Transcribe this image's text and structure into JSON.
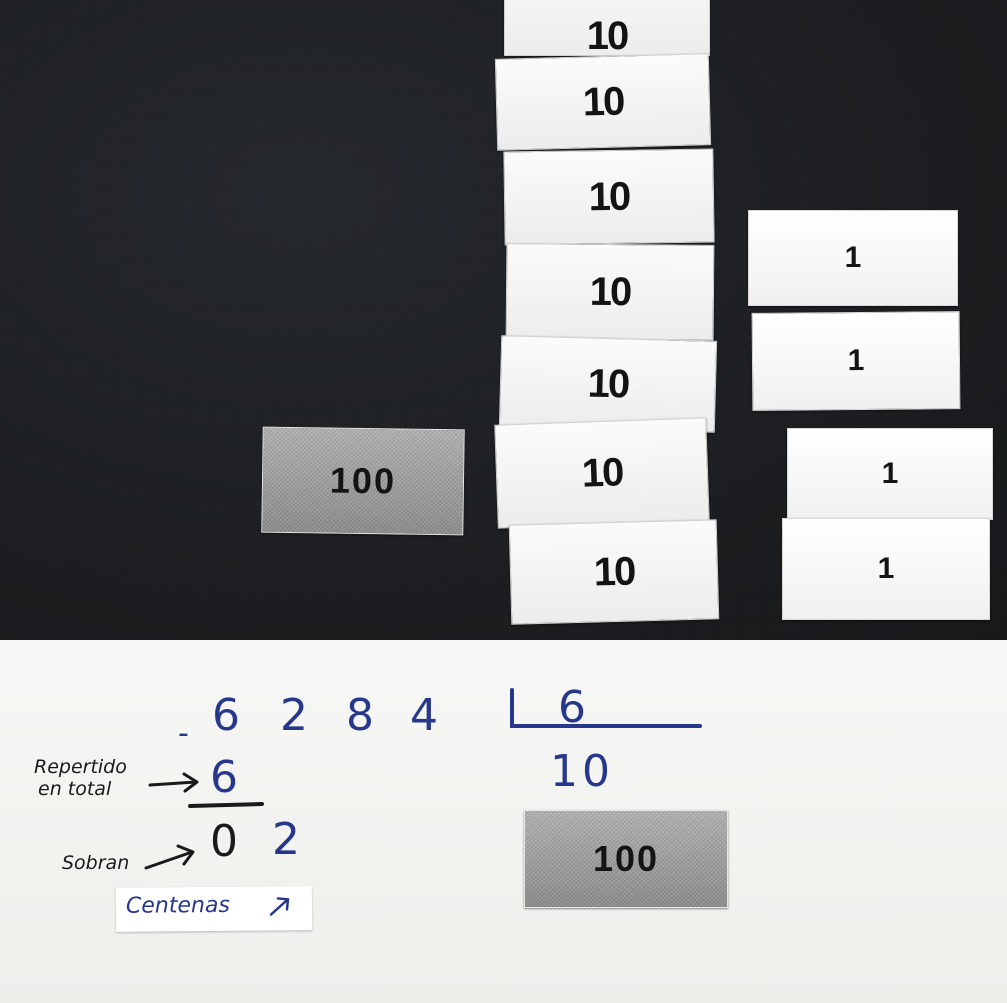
{
  "board": {
    "tens_cards": [
      "10",
      "10",
      "10",
      "10",
      "10",
      "10",
      "10"
    ],
    "ones_cards": [
      "1",
      "1",
      "1",
      "1"
    ],
    "hundred_card": "100"
  },
  "division": {
    "dividend_digits": [
      "6",
      "2",
      "8",
      "4"
    ],
    "minus_sign": "-",
    "divisor": "6",
    "quotient": "10",
    "subtracted": "6",
    "remainder_digits": [
      "0",
      "2"
    ],
    "quotient_card": "100"
  },
  "annotations": {
    "repartido_line1": "Repertido",
    "repartido_line2": "en total",
    "sobran": "Sobran",
    "centenas": "Centenas"
  },
  "colors": {
    "board": "#1b1d20",
    "paper": "#f2f2f0",
    "ink_blue": "#26378c",
    "hundred_card": "#9a9a9a"
  }
}
